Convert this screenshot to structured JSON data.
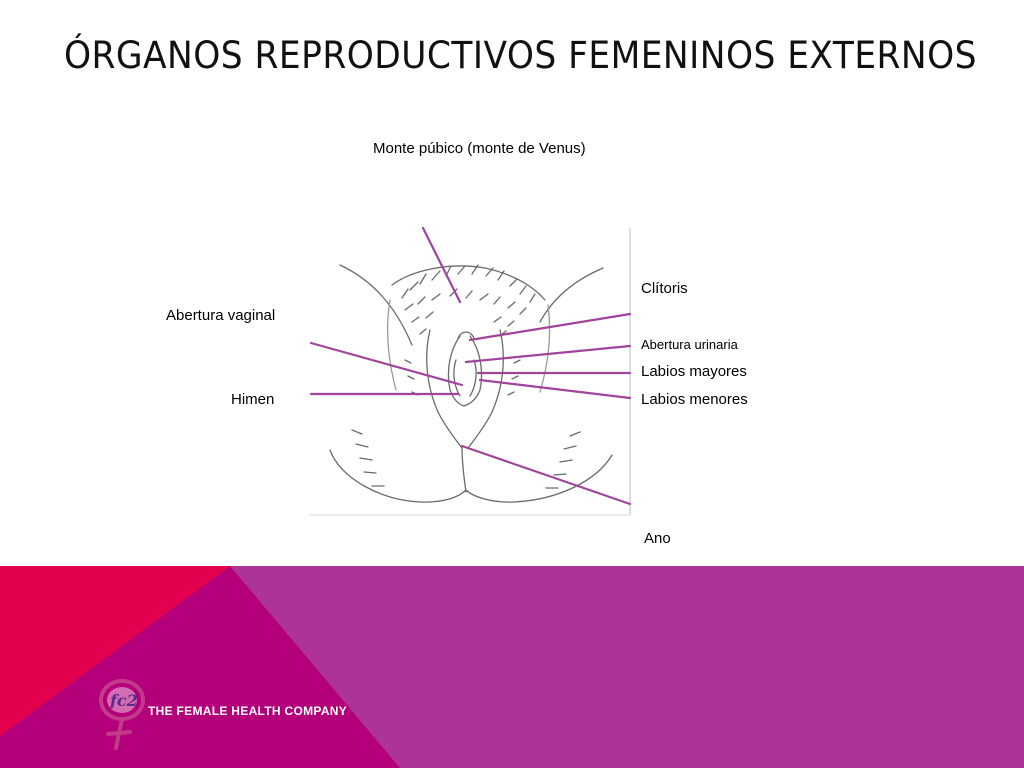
{
  "slide": {
    "title": "ÓRGANOS REPRODUCTIVOS FEMENINOS EXTERNOS"
  },
  "diagram": {
    "labels": {
      "monte_pubico": "Monte púbico (monte de Venus)",
      "abertura_vaginal": "Abertura vaginal",
      "himen": "Himen",
      "clitoris": "Clítoris",
      "abertura_urinaria": "Abertura urinaria",
      "labios_mayores": "Labios mayores",
      "labios_menores": "Labios menores",
      "ano": "Ano"
    },
    "leader_color": "#a0449c"
  },
  "footer": {
    "brand_name": "THE FEMALE HEALTH COMPANY",
    "logo_text": "fc2",
    "colors": {
      "red": "#e2004f",
      "magenta": "#b3007a",
      "purple": "#ad3397",
      "logo_ring": "#c33a8a",
      "logo_text": "#5b2a8c"
    }
  }
}
